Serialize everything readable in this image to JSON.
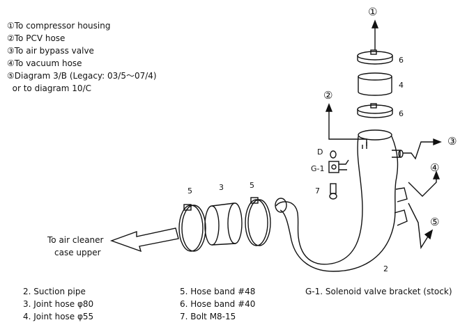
{
  "notes": [
    "①To compressor housing",
    "②To PCV hose",
    "③To air bypass valve",
    "④To vacuum hose",
    "⑤Diagram 3/B (Legacy: 03/5～07/4)",
    "  or to diagram 10/C"
  ],
  "callouts": {
    "c1": "①",
    "c2": "②",
    "c3": "③",
    "c4": "④",
    "c5": "⑤"
  },
  "air_cleaner": {
    "line1": "To air cleaner",
    "line2": "case upper"
  },
  "part_numbers": {
    "n6_top": "6",
    "n4": "4",
    "n6_mid": "6",
    "n5_left": "5",
    "n3": "3",
    "n5_right": "5",
    "n7": "7",
    "n2": "2",
    "D": "D",
    "G1": "G-1"
  },
  "legend": {
    "col1": [
      "2. Suction pipe",
      "3. Joint hose φ80",
      "4. Joint hose φ55"
    ],
    "col2": [
      "5. Hose band #48",
      "6. Hose band #40",
      "7. Bolt M8-15"
    ],
    "col3": [
      "G-1. Solenoid valve bracket (stock)"
    ]
  }
}
